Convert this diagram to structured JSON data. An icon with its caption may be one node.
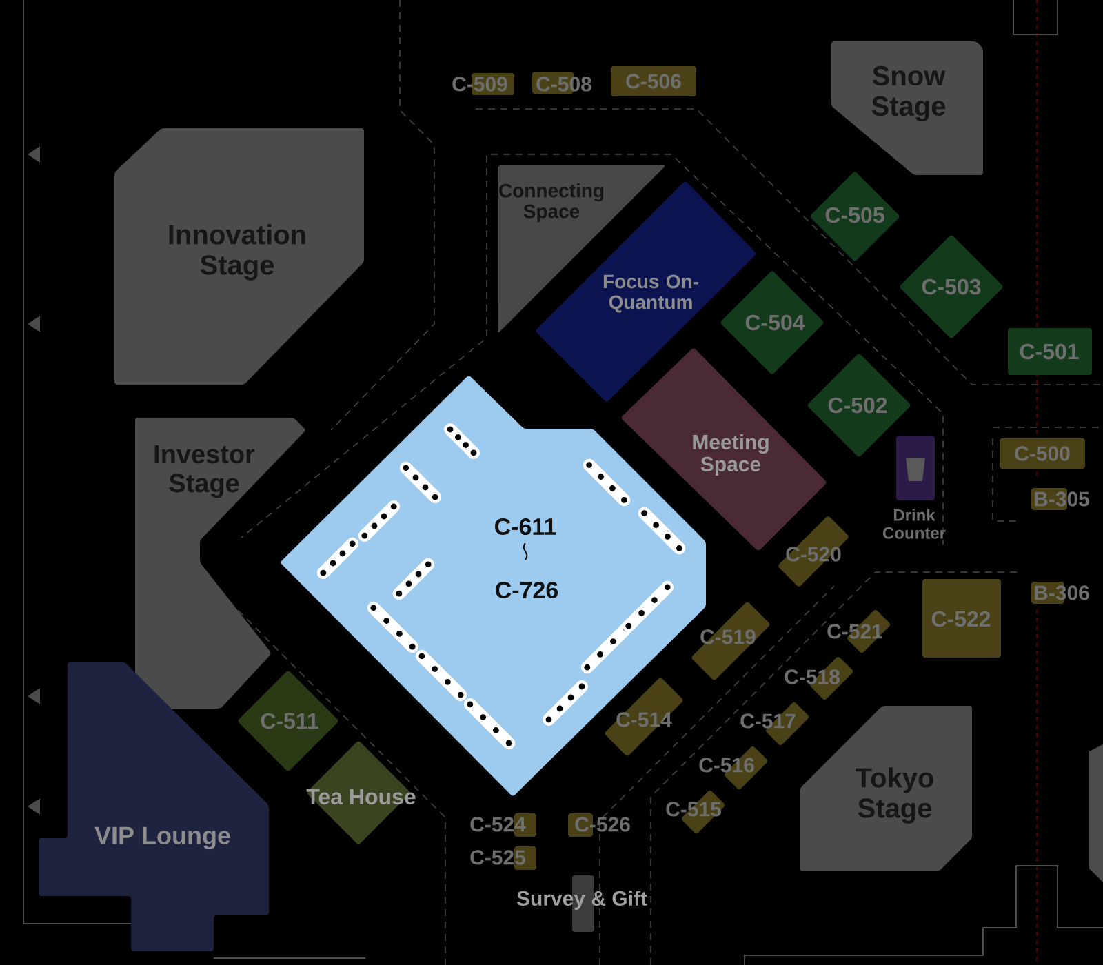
{
  "diagram": {
    "nodes": [
      {
        "text": [
          "C-509"
        ]
      },
      {
        "text": [
          "C-508"
        ]
      },
      {
        "text": [
          "C-506"
        ]
      },
      {
        "text": [
          "Snow Stage"
        ]
      },
      {
        "text": [
          "Connecting Space"
        ]
      },
      {
        "text": [
          "Innovation Stage"
        ]
      },
      {
        "text": [
          "C-505"
        ]
      },
      {
        "text": [
          "Focus On- Quantum"
        ]
      },
      {
        "text": [
          "C-503"
        ]
      },
      {
        "text": [
          "C-504"
        ]
      },
      {
        "text": [
          "C-501"
        ]
      },
      {
        "text": [
          "C-502"
        ]
      },
      {
        "text": [
          "Meeting Space"
        ]
      },
      {
        "text": [
          "Investor Stage"
        ]
      },
      {
        "text": [
          "C-500"
        ]
      },
      {
        "text": [
          "B-305"
        ]
      },
      {
        "text": [
          "C-611",
          "C-726"
        ]
      },
      {
        "text": [
          "Drink Counter"
        ]
      },
      {
        "text": [
          "C-520"
        ]
      },
      {
        "text": [
          "B-306"
        ]
      },
      {
        "text": [
          "C-522"
        ]
      },
      {
        "text": [
          "C-519"
        ]
      },
      {
        "text": [
          "C-521"
        ]
      },
      {
        "text": [
          "C-518"
        ]
      },
      {
        "text": [
          "C-514"
        ]
      },
      {
        "text": [
          "C-517"
        ]
      },
      {
        "text": [
          "C-511"
        ]
      },
      {
        "text": [
          "C-516"
        ]
      },
      {
        "text": [
          "Tea House"
        ]
      },
      {
        "text": [
          "Tokyo Stage"
        ]
      },
      {
        "text": [
          "C-515"
        ]
      },
      {
        "text": [
          "VIP Lounge"
        ]
      },
      {
        "text": [
          "C-524"
        ]
      },
      {
        "text": [
          "C-526"
        ]
      },
      {
        "text": [
          "C-525"
        ]
      },
      {
        "text": [
          "Survey & Gift"
        ]
      }
    ]
  }
}
